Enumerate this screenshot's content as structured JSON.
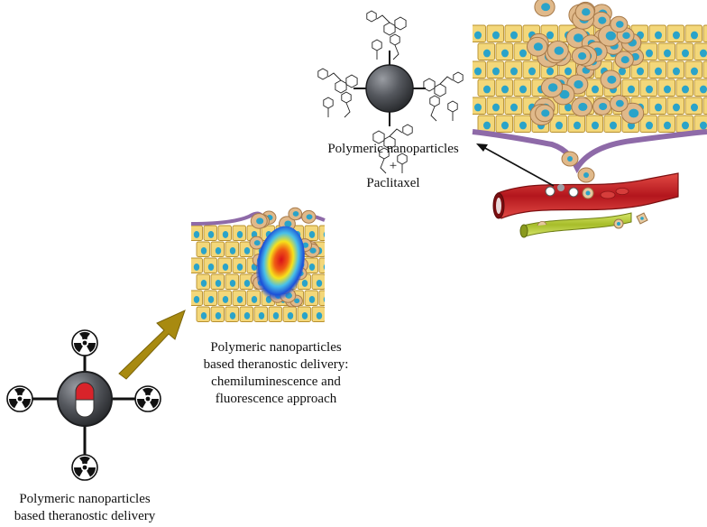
{
  "captions": {
    "bottom_left": {
      "line1": "Polymeric nanoparticles",
      "line2": "based theranostic delivery"
    },
    "middle": {
      "line1": "Polymeric nanoparticles",
      "line2": "based theranostic delivery:",
      "line3": "chemiluminescence and",
      "line4": "fluorescence approach"
    },
    "top": {
      "line1": "Polymeric nanoparticles",
      "line2": "+",
      "line3": "Paclitaxel"
    }
  },
  "icons": {
    "radiation": "radiation-icon",
    "capsule": "capsule-icon",
    "nanoparticle": "nanoparticle-sphere-icon"
  },
  "colors": {
    "cell_fill": "#f3d77a",
    "cell_stroke": "#b8902e",
    "nucleus": "#2aa3c9",
    "tumor_cell": "#e0b98a",
    "tumor_cell_stroke": "#a77a4a",
    "arrow_gold": "#a88a10",
    "vessel_red": "#c0262c",
    "vessel_green": "#b9cf3a",
    "membrane_purple": "#8e6aa8",
    "sphere_dark": "#4a4d52"
  }
}
